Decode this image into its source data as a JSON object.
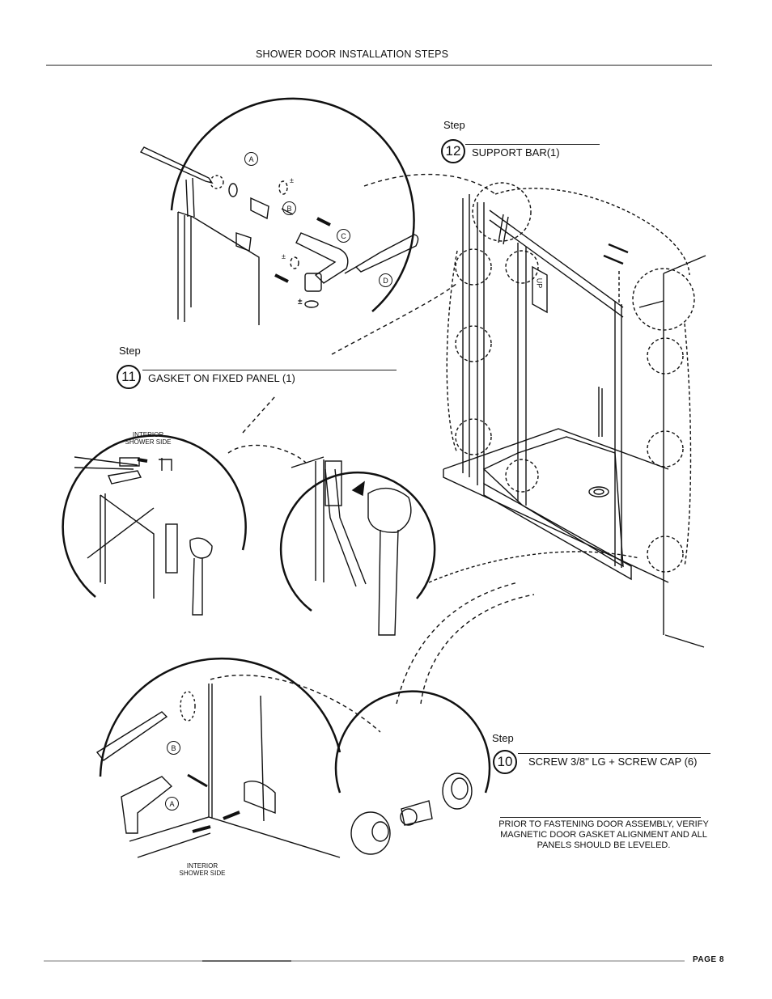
{
  "header": {
    "title": "SHOWER DOOR INSTALLATION STEPS"
  },
  "footer": {
    "page_label": "PAGE 8"
  },
  "steps": [
    {
      "word": "Step",
      "number": "12",
      "title": "SUPPORT BAR(1)"
    },
    {
      "word": "Step",
      "number": "11",
      "title": "GASKET ON FIXED PANEL (1)"
    },
    {
      "word": "Step",
      "number": "10",
      "title": "SCREW 3/8\" LG + SCREW CAP (6)"
    }
  ],
  "callouts": {
    "a": "A",
    "b": "B",
    "c": "C",
    "d": "D",
    "plus_minus": "±",
    "up": "UP"
  },
  "labels": {
    "interior_side_top": "INTERIOR\nSHOWER SIDE",
    "interior_side_bottom": "INTERIOR\nSHOWER SIDE"
  },
  "note": "PRIOR TO FASTENING DOOR ASSEMBLY, VERIFY MAGNETIC DOOR GASKET ALIGNMENT AND ALL PANELS SHOULD BE LEVELED."
}
